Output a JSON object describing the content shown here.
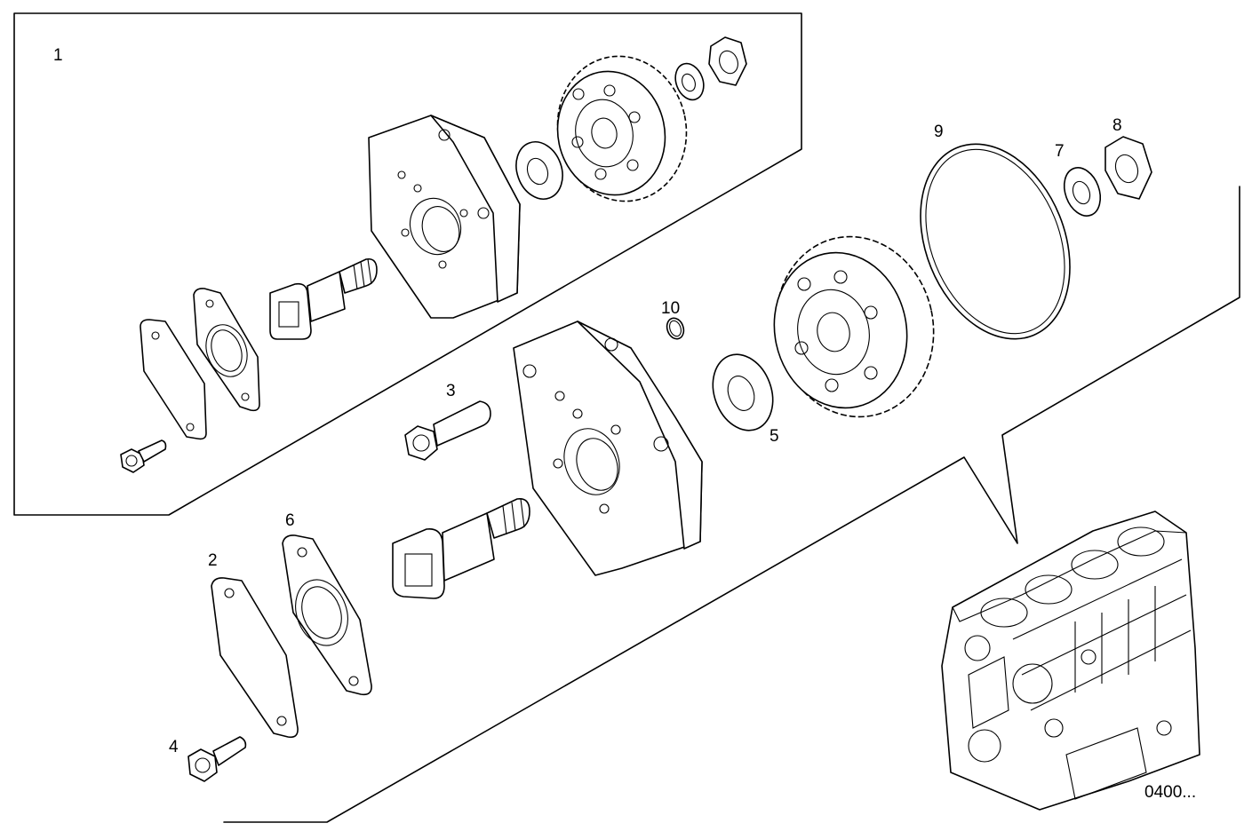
{
  "diagram": {
    "callouts": [
      {
        "id": "callout-1",
        "text": "1"
      },
      {
        "id": "callout-2",
        "text": "2"
      },
      {
        "id": "callout-3",
        "text": "3"
      },
      {
        "id": "callout-4",
        "text": "4"
      },
      {
        "id": "callout-5",
        "text": "5"
      },
      {
        "id": "callout-6",
        "text": "6"
      },
      {
        "id": "callout-7",
        "text": "7"
      },
      {
        "id": "callout-8",
        "text": "8"
      },
      {
        "id": "callout-9",
        "text": "9"
      },
      {
        "id": "callout-10",
        "text": "10"
      }
    ],
    "reference_code": "0400..."
  }
}
